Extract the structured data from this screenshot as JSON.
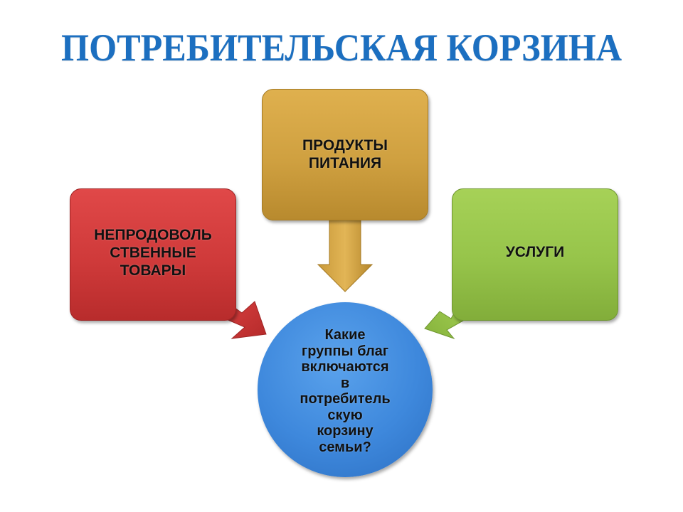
{
  "title": "ПОТРЕБИТЕЛЬСКАЯ КОРЗИНА",
  "boxes": {
    "food": {
      "lines": [
        "ПРОДУКТЫ",
        "ПИТАНИЯ"
      ],
      "color": "#cfa040"
    },
    "nonfood": {
      "lines": [
        "НЕПРОДОВОЛЬ",
        "СТВЕННЫЕ",
        "ТОВАРЫ"
      ],
      "color": "#cf3a3a"
    },
    "services": {
      "lines": [
        "УСЛУГИ"
      ],
      "color": "#96c44a"
    }
  },
  "center": {
    "lines": [
      "Какие",
      "группы благ",
      "включаются",
      "в",
      "потребитель",
      "скую",
      "корзину",
      "семьи?"
    ],
    "color": "#3e88dc"
  },
  "colors": {
    "title": "#1c6fc0",
    "background": "#ffffff"
  }
}
